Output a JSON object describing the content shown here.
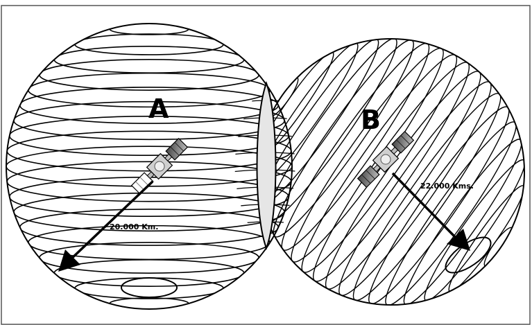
{
  "diagram": {
    "sphere_a": {
      "label": "A",
      "radius_text": "20.000 Km."
    },
    "sphere_b": {
      "label": "B",
      "radius_text": "22.000 Kms."
    },
    "colors": {
      "line": "#000000",
      "frame": "#555555",
      "intersection_fill": "#e6e6e6",
      "satellite_dark": "#555555",
      "satellite_light": "#d0d0d0"
    }
  }
}
